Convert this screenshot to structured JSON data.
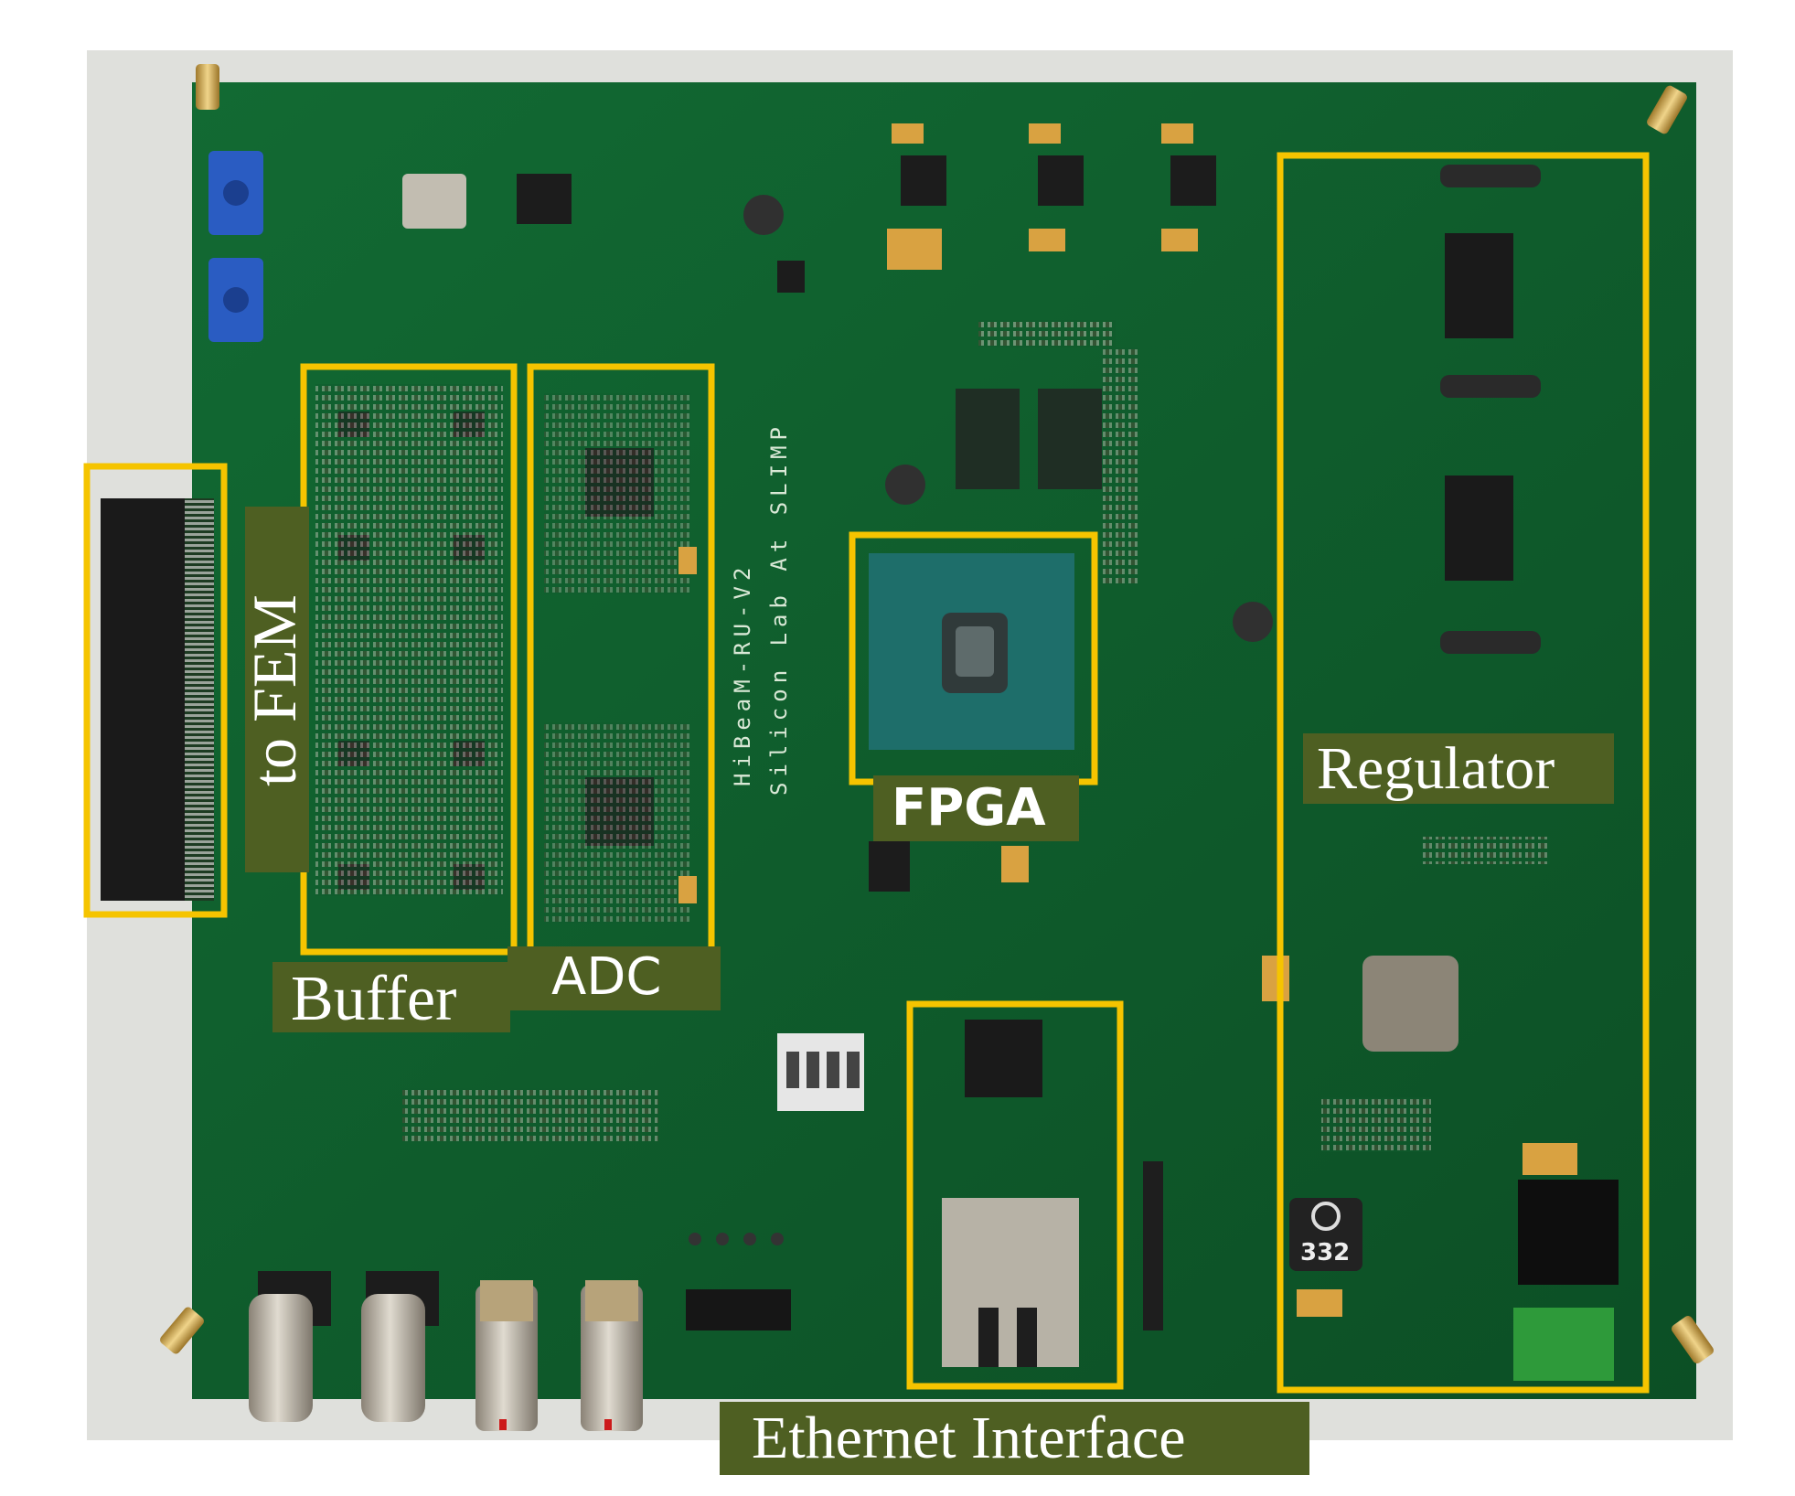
{
  "labels": {
    "to_fem": "to FEM",
    "buffer": "Buffer",
    "adc": "ADC",
    "fpga": "FPGA",
    "regulator": "Regulator",
    "ethernet": "Ethernet Interface"
  },
  "board_print": {
    "name": "HiBeaM-RU-V2",
    "lab": "Silicon Lab At SLIMP",
    "inductor_code": "332"
  },
  "colors": {
    "pcb": "#0f5a2c",
    "highlight_box": "#f5c400",
    "label_background": "#4e5f22",
    "label_text": "#ffffff"
  }
}
